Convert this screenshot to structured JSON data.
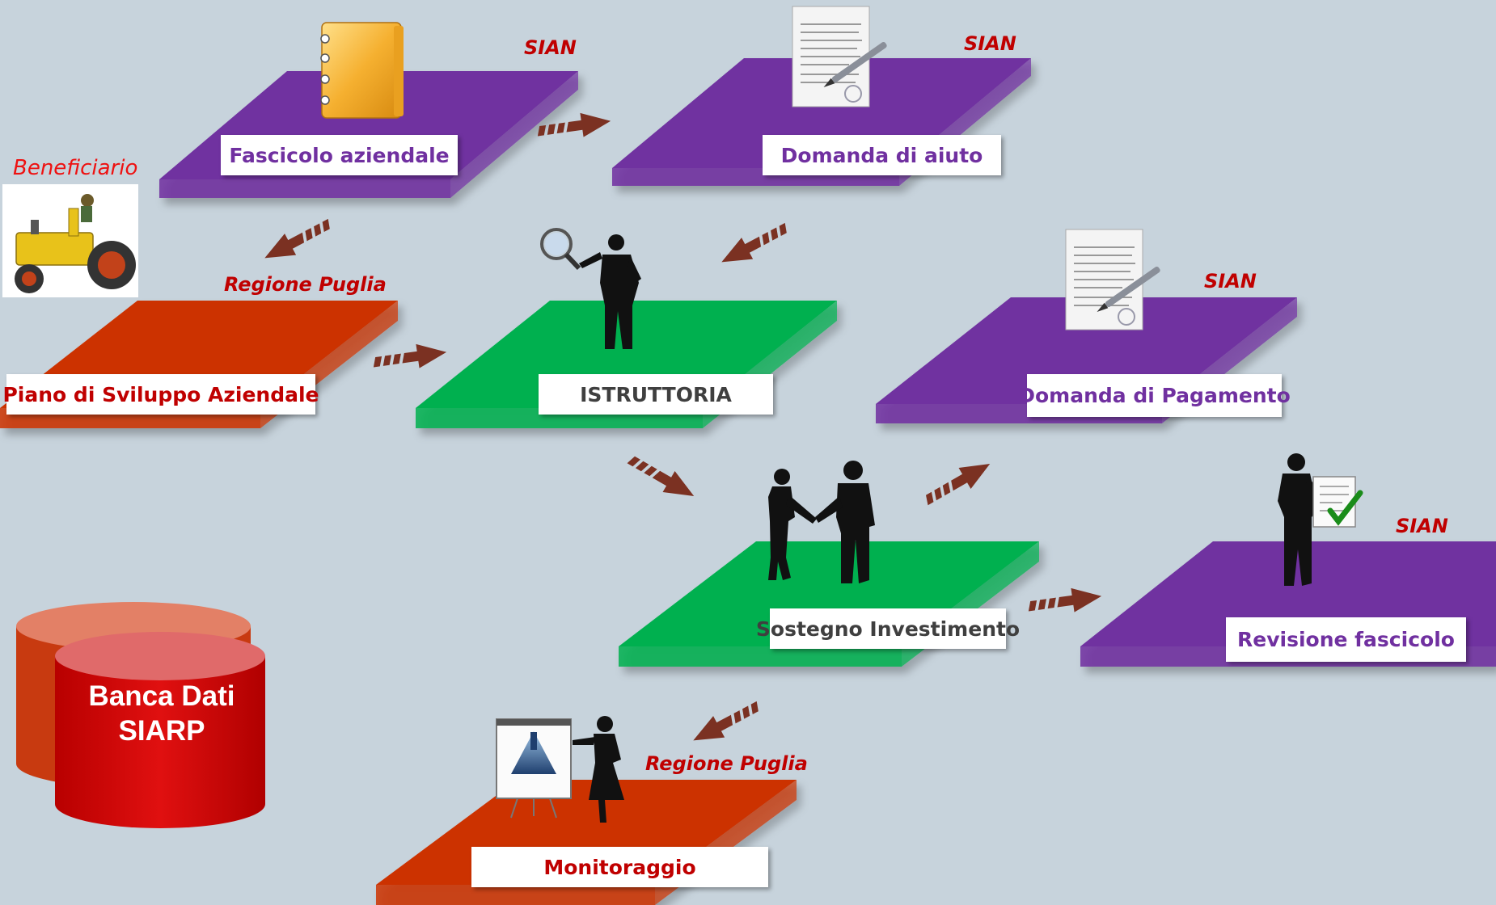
{
  "platforms": {
    "fascicolo": {
      "label": "Fascicolo aziendale",
      "system": "SIAN",
      "color": "#7030a0"
    },
    "domanda_aiuto": {
      "label": "Domanda di aiuto",
      "system": "SIAN",
      "color": "#7030a0"
    },
    "piano": {
      "label": "Piano di Sviluppo Aziendale",
      "system": "Regione Puglia",
      "color": "#cc3300"
    },
    "istruttoria": {
      "label": "ISTRUTTORIA",
      "color": "#00b050"
    },
    "domanda_pagamento": {
      "label": "Domanda di Pagamento",
      "system": "SIAN",
      "color": "#7030a0"
    },
    "sostegno": {
      "label": "Sostegno Investimento",
      "color": "#00b050"
    },
    "revisione": {
      "label": "Revisione fascicolo",
      "system": "SIAN",
      "color": "#7030a0"
    },
    "monitoraggio": {
      "label": "Monitoraggio",
      "system": "Regione Puglia",
      "color": "#cc3300"
    }
  },
  "actor": {
    "label": "Beneficiario",
    "icon": "tractor-icon"
  },
  "database": {
    "line1": "Banca Dati",
    "line2": "SIARP",
    "color": "#cc0000"
  },
  "arrow_color": "#7b3122",
  "icons": [
    "binder-icon",
    "document-pen-icon",
    "magnifier-man-icon",
    "handshake-icon",
    "inspector-checklist-icon",
    "presentation-woman-icon",
    "tractor-icon"
  ]
}
